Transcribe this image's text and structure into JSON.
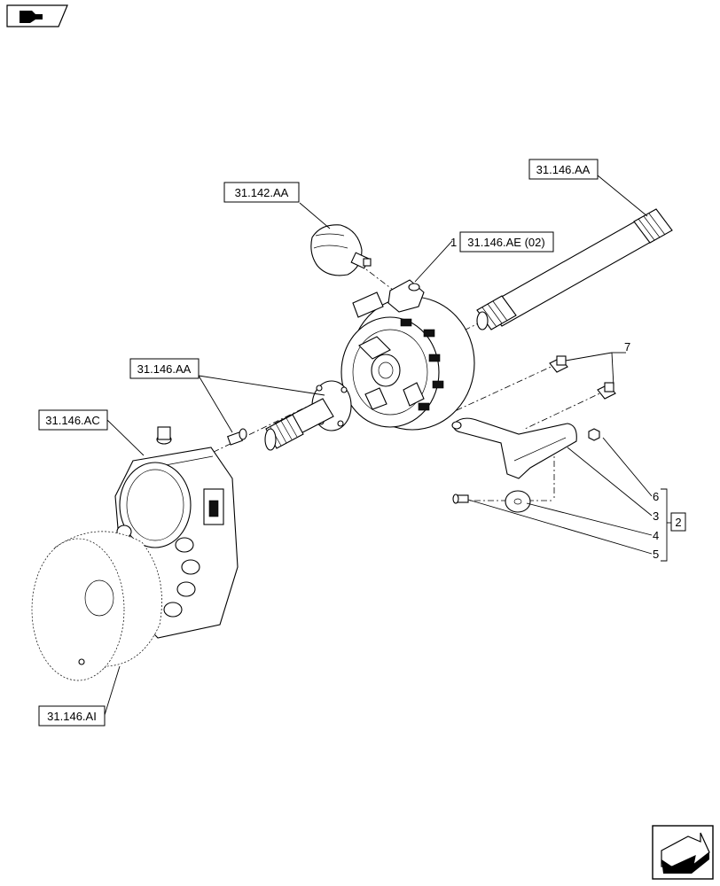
{
  "refs": {
    "r142aa": "31.142.AA",
    "r146aa_top": "31.146.AA",
    "r146ae": "31.146.AE (02)",
    "r146aa_left": "31.146.AA",
    "r146ac": "31.146.AC",
    "r146ai": "31.146.AI"
  },
  "item_numbers": {
    "n1": "1",
    "n2": "2",
    "n3": "3",
    "n4": "4",
    "n5": "5",
    "n6": "6",
    "n7": "7"
  },
  "icons": {
    "top_left": "page-nav-icon",
    "bottom_right": "next-page-arrow-icon"
  }
}
